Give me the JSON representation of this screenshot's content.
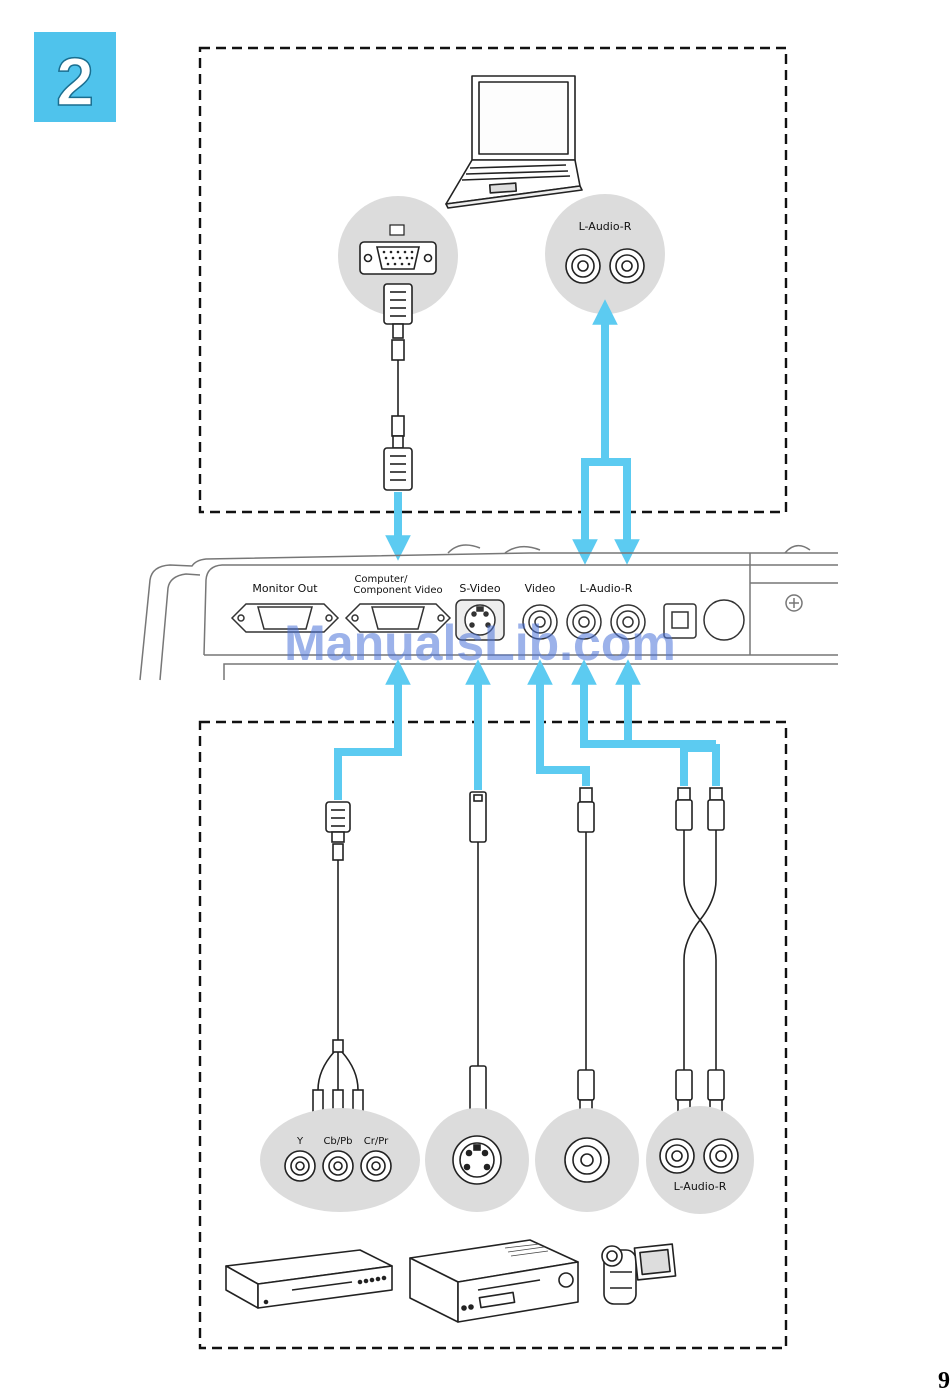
{
  "step_number": "2",
  "page_number": "9",
  "watermark": "ManualsLib.com",
  "colors": {
    "step_badge": "#4fc3ec",
    "arrow": "#5ccbf1",
    "circle_bg": "#dcdcdc",
    "dash_border": "#111111"
  },
  "computer_side": {
    "audio_label": "L-Audio-R"
  },
  "projector_panel": {
    "ports": {
      "monitor_out": "Monitor Out",
      "computer_line1": "Computer/",
      "computer_line2": "Component Video",
      "s_video": "S-Video",
      "video": "Video",
      "audio": "L-Audio-R"
    }
  },
  "video_sources": {
    "component_labels": [
      "Y",
      "Cb/Pb",
      "Cr/Pr"
    ],
    "audio_label": "L-Audio-R"
  }
}
